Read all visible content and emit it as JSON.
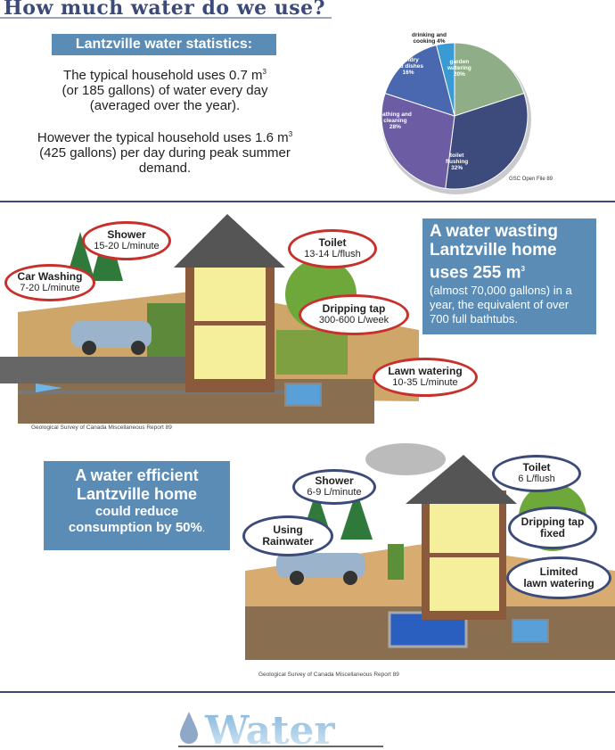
{
  "header": {
    "title": "How much water do we use?"
  },
  "stats": {
    "heading": "Lantzville water statistics:",
    "p1_a": "The typical household uses 0.7 m",
    "p1_sup": "3",
    "p1_b": "(or 185 gallons) of water every day",
    "p1_c": "(averaged over the year).",
    "p2_a": "However the typical household uses 1.6 m",
    "p2_sup": "3",
    "p2_b": "(425 gallons) per day during peak summer",
    "p2_c": "demand."
  },
  "chart_data": {
    "type": "pie",
    "slices": [
      {
        "label": "garden watering",
        "value": 20,
        "color": "#8fae88"
      },
      {
        "label": "toilet flushing",
        "value": 32,
        "color": "#3c4a7c"
      },
      {
        "label": "bathing and cleaning",
        "value": 28,
        "color": "#6b5ca3"
      },
      {
        "label": "laundry and dishes",
        "value": 16,
        "color": "#4a68b0"
      },
      {
        "label": "drinking and cooking",
        "value": 4,
        "color": "#3a9ad4"
      }
    ],
    "labels": {
      "garden": [
        "garden",
        "watering",
        "20%"
      ],
      "toilet": [
        "toilet",
        "flushing",
        "32%"
      ],
      "bathing": [
        "bathing and",
        "cleaning",
        "28%"
      ],
      "laundry": [
        "laundry",
        "and dishes",
        "16%"
      ],
      "drinking": [
        "drinking and",
        "cooking 4%"
      ]
    },
    "source": "GSC Open File 89"
  },
  "wasting": {
    "bubbles": [
      {
        "title": "Shower",
        "value": "15-20 L/minute"
      },
      {
        "title": "Car Washing",
        "value": "7-20 L/minute"
      },
      {
        "title": "Toilet",
        "value": "13-14 L/flush"
      },
      {
        "title": "Dripping tap",
        "value": "300-600 L/week"
      },
      {
        "title": "Lawn watering",
        "value": "10-35 L/minute"
      }
    ],
    "credit": "Geological Survey of Canada Miscellaneous Report 89",
    "box": {
      "l1": "A  water wasting",
      "l2": "Lantzville home",
      "l3": "uses 255 m",
      "sup": "3",
      "rest": "(almost 70,000 gallons) in a year, the equivalent of over 700 full bathtubs."
    }
  },
  "efficient": {
    "box": {
      "l1": "A water efficient",
      "l2": "Lantzville home",
      "l3": "could reduce",
      "l4": "consumption by 50%",
      "dot": "."
    },
    "bubbles": [
      {
        "title": "Shower",
        "value": "6-9 L/minute"
      },
      {
        "title": "Using",
        "value": "Rainwater"
      },
      {
        "title": "Toilet",
        "value": "6 L/flush"
      },
      {
        "title": "Dripping tap",
        "value": "fixed"
      },
      {
        "title": "Limited",
        "value": "lawn watering"
      }
    ],
    "credit": "Geological Survey of Canada Miscellaneous Report 89"
  },
  "footer": {
    "logo_text": "Water"
  }
}
